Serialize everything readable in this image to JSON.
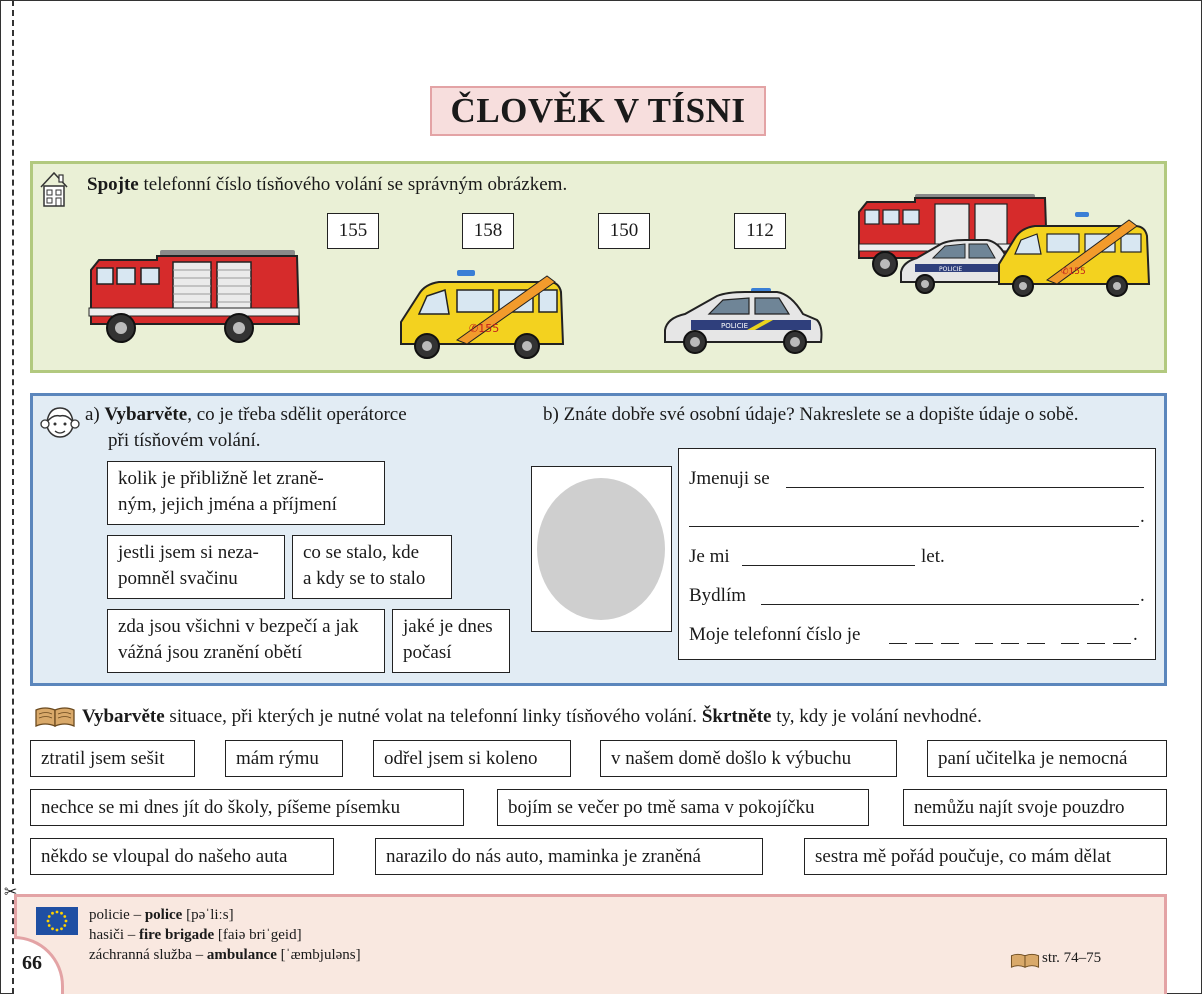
{
  "title": "ČLOVĚK V TÍSNI",
  "section1": {
    "instruction_bold": "Spojte",
    "instruction_rest": " telefonní číslo tísňového volání se správným obrázkem.",
    "numbers": [
      "155",
      "158",
      "150",
      "112"
    ],
    "icon": "house-icon"
  },
  "section2": {
    "part_a_letter": "a)",
    "part_a_bold": "Vybarvěte",
    "part_a_rest": ", co je třeba sdělit operátorce",
    "part_a_line2": "při tísňovém volání.",
    "options": [
      {
        "line1": "kolik je přibližně let zraně-",
        "line2": "ným, jejich jména a příjmení"
      },
      {
        "line1": "jestli jsem si neza-",
        "line2": "pomněl svačinu"
      },
      {
        "line1": "co se stalo, kde",
        "line2": "a kdy se to stalo"
      },
      {
        "line1": "zda jsou všichni v bezpečí a jak",
        "line2": "vážná jsou zranění obětí"
      },
      {
        "line1": "jaké je dnes",
        "line2": "počasí"
      }
    ],
    "part_b": "b) Znáte dobře své osobní údaje? Nakreslete se a dopište údaje o sobě.",
    "form": {
      "name_label": "Jmenuji se",
      "period": ".",
      "age_label": "Je mi",
      "age_suffix": "let.",
      "address_label": "Bydlím",
      "phone_label": "Moje telefonní číslo je"
    },
    "icon": "girl-face-icon"
  },
  "section3": {
    "instruction_bold1": "Vybarvěte",
    "instruction_mid": " situace, při kterých je nutné volat na telefonní linky tísňového volání. ",
    "instruction_bold2": "Škrtněte",
    "instruction_end": " ty, kdy je volání nevhodné.",
    "situations": [
      "ztratil jsem sešit",
      "mám rýmu",
      "odřel jsem si koleno",
      "v našem domě došlo k výbuchu",
      "paní učitelka je nemocná",
      "nechce se mi dnes jít do školy, píšeme písemku",
      "bojím se večer po tmě sama v pokojíčku",
      "nemůžu najít svoje pouzdro",
      "někdo se vloupal do našeho auta",
      "narazilo do nás auto, maminka je zraněná",
      "sestra mě pořád poučuje, co mám dělat"
    ],
    "icon": "book-icon"
  },
  "footer": {
    "page_number": "66",
    "vocab": [
      {
        "cz": "policie – ",
        "en": "police",
        "ipa": " [pəˈliːs]"
      },
      {
        "cz": "hasiči – ",
        "en": "fire brigade",
        "ipa": " [faiə briˈgeid]"
      },
      {
        "cz": "záchranná služba – ",
        "en": "ambulance",
        "ipa": " [ˈæmbjuləns]"
      }
    ],
    "reference": "str. 74–75",
    "icon": "eu-flag-icon"
  },
  "colors": {
    "section1_bg": "#eaf0d6",
    "section1_border": "#b2c97f",
    "section2_bg": "#e2ecf4",
    "section2_border": "#5b86bc",
    "title_bg": "#f7dedd",
    "footer_bg": "#f9e8e0"
  }
}
